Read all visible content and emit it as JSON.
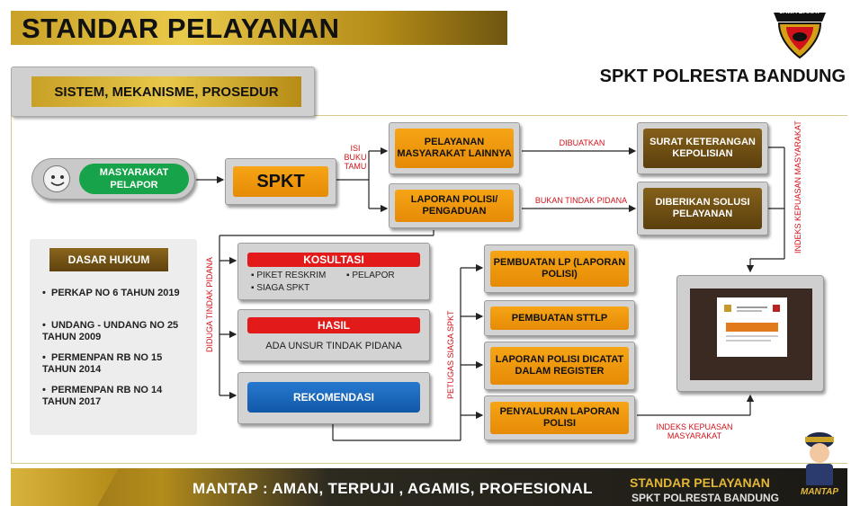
{
  "header": {
    "title": "STANDAR PELAYANAN",
    "subtitle": "SPKT POLRESTA BANDUNG",
    "logo_text": "JAWA BARAT",
    "section_label": "SISTEM, MEKANISME, PROSEDUR"
  },
  "flow": {
    "masyarakat_pelapor": "MASYARAKAT PELAPOR",
    "spkt": "SPKT",
    "isi_buku_tamu": "ISI BUKU TAMU",
    "pelayanan_lainnya": "PELAYANAN MASYARAKAT LAINNYA",
    "laporan_pengaduan": "LAPORAN POLISI/ PENGADUAN",
    "dibuatkan": "DIBUATKAN",
    "bukan_tindak_pidana": "BUKAN TINDAK PIDANA",
    "surat_keterangan": "SURAT KETERANGAN KEPOLISIAN",
    "diberikan_solusi": "DIBERIKAN SOLUSI PELAYANAN",
    "indeks_kepuasan_vertical": "INDEKS KEPUASAN MASYARAKAT",
    "diduga_tindak_pidana": "DIDUGA TINDAK PIDANA",
    "konsultasi": {
      "title": "KOSULTASI",
      "item1": "PIKET RESKRIM",
      "item2": "PELAPOR",
      "item3": "SIAGA SPKT"
    },
    "hasil": {
      "title": "HASIL",
      "text": "ADA UNSUR TINDAK PIDANA"
    },
    "rekomendasi": "REKOMENDASI",
    "petugas_siaga": "PETUGAS SIAGA SPKT",
    "pembuatan_lp": "PEMBUATAN LP (LAPORAN POLISI)",
    "pembuatan_sttlp": "PEMBUATAN STTLP",
    "laporan_dicatat": "LAPORAN POLISI DICATAT DALAM REGISTER",
    "penyaluran": "PENYALURAN LAPORAN POLISI",
    "indeks_kepuasan_bottom": "INDEKS KEPUASAN MASYARAKAT"
  },
  "dasar_hukum": {
    "title": "DASAR HUKUM",
    "items": [
      "PERKAP NO 6 TAHUN 2019",
      "UNDANG - UNDANG NO 25 TAHUN 2009",
      "PERMENPAN RB NO 15 TAHUN 2014",
      "PERMENPAN RB NO 14 TAHUN 2017"
    ]
  },
  "footer": {
    "motto": "MANTAP : AMAN, TERPUJI , AGAMIS, PROFESIONAL",
    "right_line1": "STANDAR PELAYANAN",
    "right_line2": "SPKT POLRESTA BANDUNG",
    "mascot_text": "MANTAP"
  },
  "colors": {
    "gold": "#c9a227",
    "orange": "#f29b10",
    "brown": "#6e4f12",
    "red": "#e31a1a",
    "blue": "#1f6fc6",
    "green": "#16a34a"
  }
}
